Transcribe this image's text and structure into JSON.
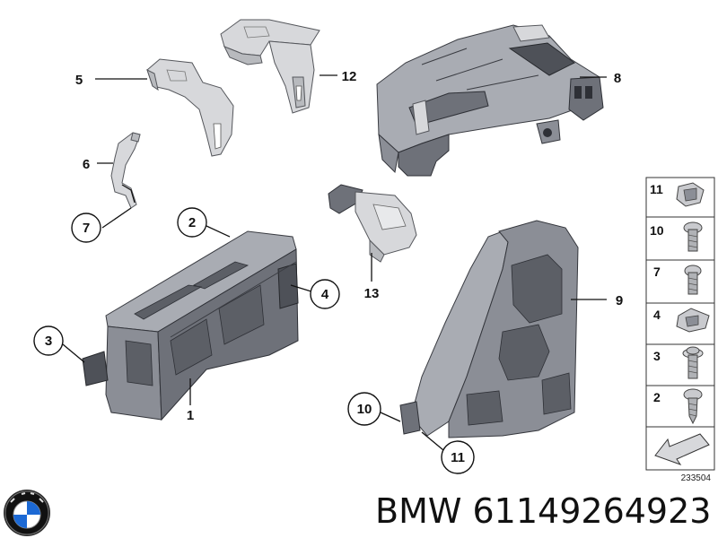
{
  "diagram": {
    "callouts": [
      "1",
      "2",
      "3",
      "4",
      "5",
      "6",
      "7",
      "8",
      "9",
      "10",
      "11",
      "12",
      "13"
    ],
    "legend": {
      "items": [
        {
          "label": "11",
          "icon": "clip-nut-icon"
        },
        {
          "label": "10",
          "icon": "hex-bolt-icon"
        },
        {
          "label": "7",
          "icon": "screw-icon"
        },
        {
          "label": "4",
          "icon": "spring-nut-icon"
        },
        {
          "label": "3",
          "icon": "washer-screw-icon"
        },
        {
          "label": "2",
          "icon": "self-tapping-screw-icon"
        }
      ],
      "arrow_icon": "direction-arrow-icon"
    },
    "drawing_number": "233504"
  },
  "footer": {
    "brand": "BMW 61149264923",
    "logo": "bmw-roundel-logo"
  }
}
